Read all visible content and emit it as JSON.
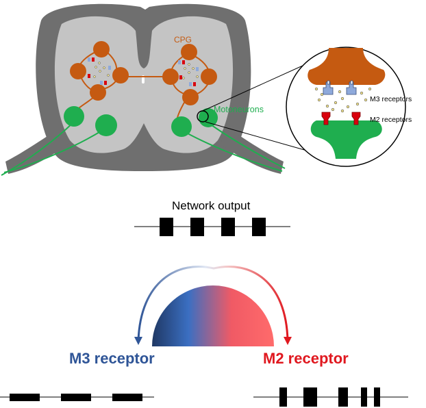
{
  "colors": {
    "grey_outer": "#6f6f6f",
    "grey_inner": "#c4c4c4",
    "neuron_orange": "#c55a11",
    "motoneuron_green": "#1fae4f",
    "m3_blue": "#2f5597",
    "m2_red": "#e0181f",
    "receptor_blue": "#8ea9db",
    "receptor_red": "#d9000d"
  },
  "icons": [
    "m3-receptor-icon",
    "m2-receptor-icon",
    "vesicle-dot-icon",
    "curved-arrow-icon"
  ],
  "labels": {
    "cpg": "CPG",
    "motoneurons": "Motoneurons",
    "m3_receptors": "M3 receptors",
    "m2_receptors": "M2 receptors",
    "network_output": "Network output",
    "m3_receptor": "M3 receptor",
    "m2_receptor": "M2 receptor"
  }
}
